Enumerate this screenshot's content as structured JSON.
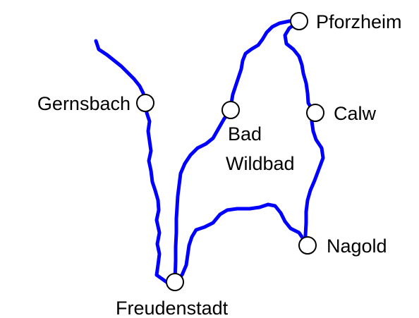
{
  "colors": {
    "route": "#0000ff",
    "background": "#ffffff",
    "town_marker": "#000000"
  },
  "towns": {
    "pforzheim": "Pforzheim",
    "gernsbach": "Gernsbach",
    "bad_wildbad_line1": "Bad",
    "bad_wildbad_line2": "Wildbad",
    "calw": "Calw",
    "nagold": "Nagold",
    "freudenstadt": "Freudenstadt"
  }
}
